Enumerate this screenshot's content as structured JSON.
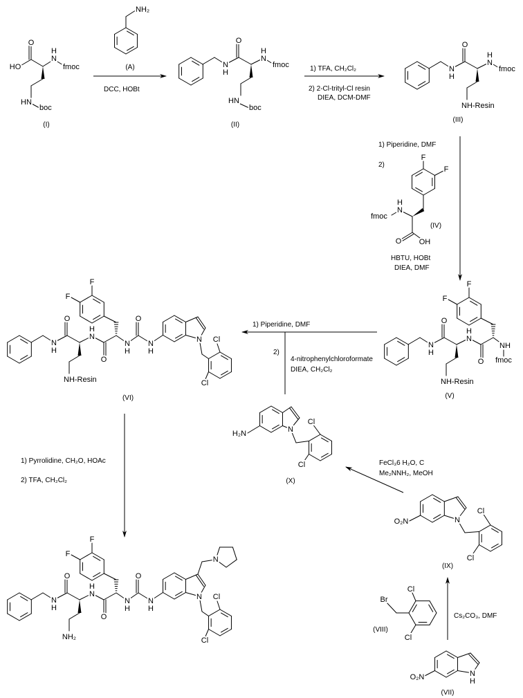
{
  "atoms": {
    "O": "O",
    "N": "N",
    "H": "H",
    "F": "F",
    "Cl": "Cl",
    "HO": "HO",
    "OH": "OH",
    "HN": "HN",
    "NH": "NH",
    "NH2": "NH₂",
    "H2N": "H₂N",
    "O2N": "O₂N",
    "Br": "Br"
  },
  "groups": {
    "fmoc": "fmoc",
    "boc": "boc",
    "resin": "NH-Resin"
  },
  "compounds": {
    "A": "(A)",
    "I": "(I)",
    "II": "(II)",
    "III": "(III)",
    "IV": "(IV)",
    "V": "(V)",
    "VI": "(VI)",
    "VII": "(VII)",
    "VIII": "(VIII)",
    "IX": "(IX)",
    "X": "(X)"
  },
  "reagents": {
    "step1": "DCC, HOBt",
    "step2_a": "1) TFA, CH₂Cl₂",
    "step2_b": "2) 2-Cl-trityl-Cl resin",
    "step2_c": "DIEA, DCM-DMF",
    "step3_a": "1) Piperidine, DMF",
    "step3_b": "2)",
    "step3_c": "HBTU, HOBt",
    "step3_d": "DIEA, DMF",
    "step4_a": "1) Piperidine, DMF",
    "step4_b": "2)",
    "step4_c": "4-nitrophenylchloroformate",
    "step4_d": "DIEA, CH₂Cl₂",
    "step5_a": "1) Pyrrolidine, CH₂O, HOAc",
    "step5_b": "2) TFA, CH₂Cl₂",
    "step6_a": "FeCl₃6 H₂O, C",
    "step6_b": "Me₂NNH₂, MeOH",
    "step7": "Cs₂CO₃, DMF"
  }
}
